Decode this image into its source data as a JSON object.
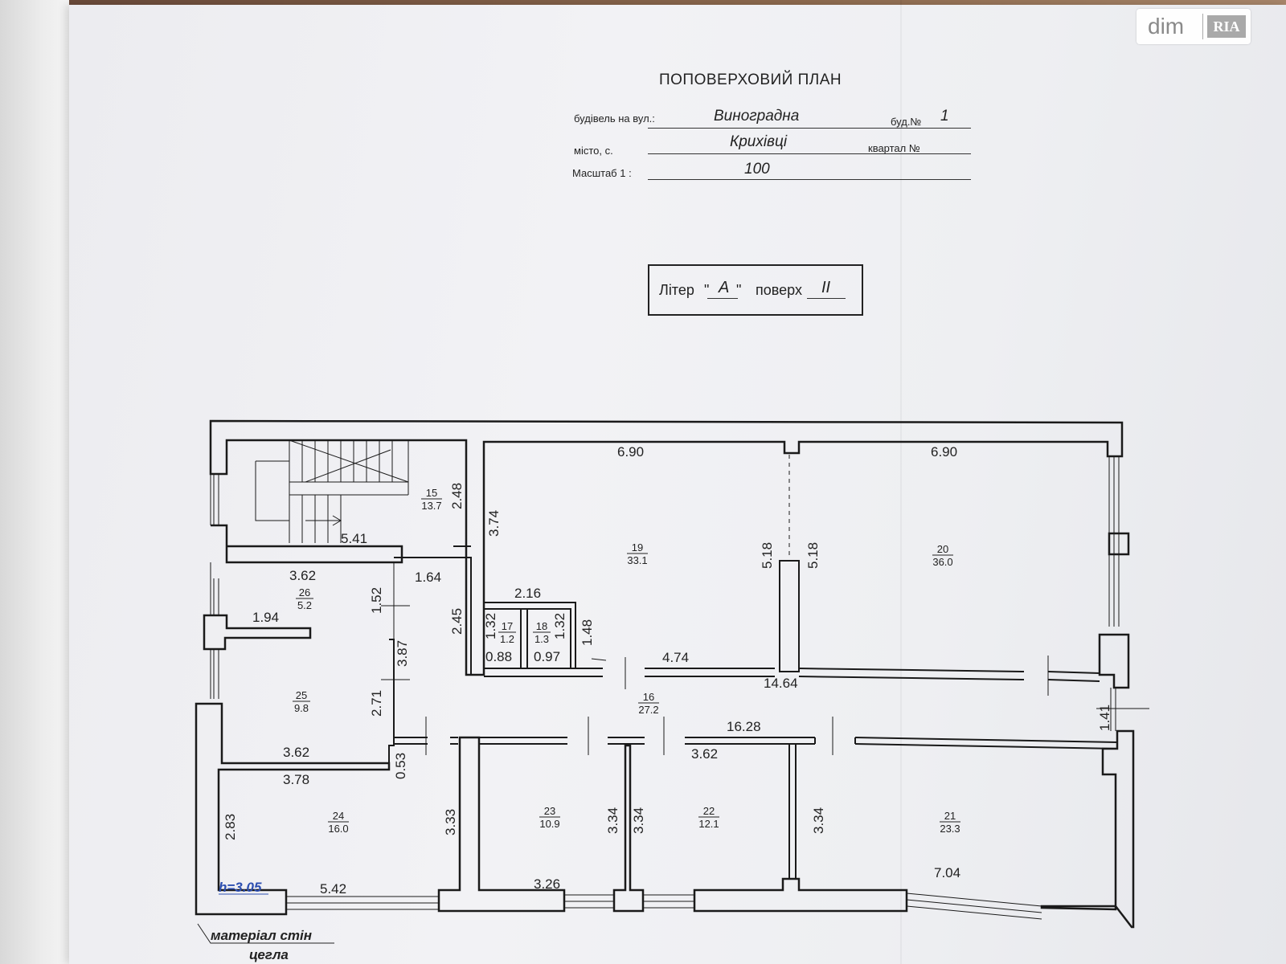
{
  "header": {
    "title": "ПОПОВЕРХОВИЙ ПЛАН",
    "street_label": "будівель на вул.:",
    "street_value": "Виноградна",
    "building_label": "буд.№",
    "building_value": "1",
    "city_label": "місто, с.",
    "city_value": "Крихівці",
    "block_label": "квартал №",
    "scale_label": "Масштаб 1 :",
    "scale_value": "100"
  },
  "litera": {
    "litera_label": "Літер",
    "litera_value": "А",
    "floor_label": "поверх",
    "floor_value": "II"
  },
  "watermark": {
    "dim": "dim",
    "ria": "RIA"
  },
  "rooms": [
    {
      "no": "15",
      "area": "13.7"
    },
    {
      "no": "16",
      "area": "27.2"
    },
    {
      "no": "17",
      "area": "1.2"
    },
    {
      "no": "18",
      "area": "1.3"
    },
    {
      "no": "19",
      "area": "33.1"
    },
    {
      "no": "20",
      "area": "36.0"
    },
    {
      "no": "21",
      "area": "23.3"
    },
    {
      "no": "22",
      "area": "12.1"
    },
    {
      "no": "23",
      "area": "10.9"
    },
    {
      "no": "24",
      "area": "16.0"
    },
    {
      "no": "25",
      "area": "9.8"
    },
    {
      "no": "26",
      "area": "5.2"
    }
  ],
  "dimensions": [
    "6.90",
    "6.90",
    "3.74",
    "5.18",
    "5.18",
    "2.48",
    "5.41",
    "3.62",
    "1.64",
    "1.52",
    "1.94",
    "2.45",
    "2.16",
    "1.32",
    "1.32",
    "1.48",
    "0.88",
    "0.97",
    "4.74",
    "14.64",
    "3.87",
    "2.71",
    "16.28",
    "3.62",
    "3.62",
    "3.78",
    "0.53",
    "3.33",
    "3.34",
    "3.34",
    "3.34",
    "2.83",
    "5.42",
    "3.26",
    "7.04",
    "1.41"
  ],
  "notes": {
    "ceiling_height": "h=3.05",
    "wall_material_label": "матеріал стін",
    "wall_material_value": "цегла"
  }
}
